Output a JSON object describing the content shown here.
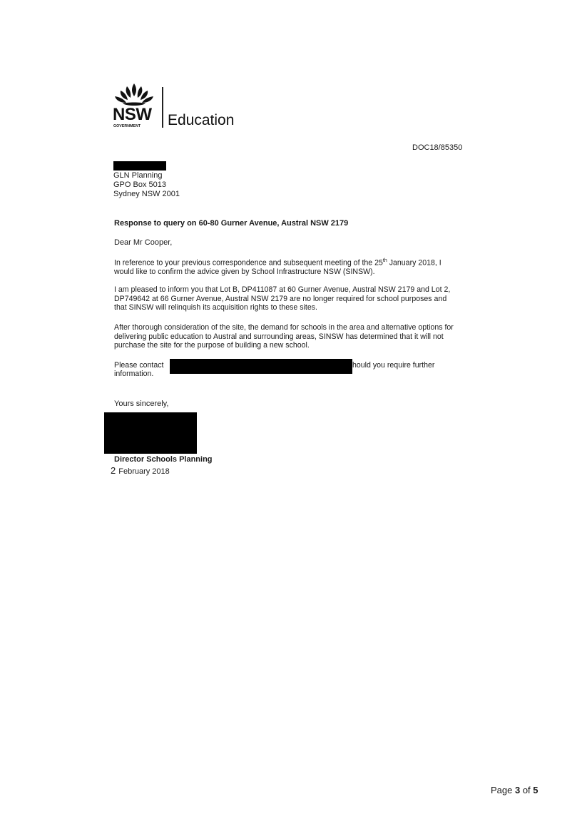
{
  "logo": {
    "icon": "waratah-icon",
    "nsw": "NSW",
    "government": "GOVERNMENT",
    "agency": "Education"
  },
  "doc_ref": "DOC18/85350",
  "address": {
    "line1": "GLN Planning",
    "line2": "GPO Box 5013",
    "line3": "Sydney NSW 2001"
  },
  "subject": "Response to query on 60-80 Gurner Avenue, Austral NSW 2179",
  "salutation": "Dear Mr Cooper,",
  "para1": {
    "line1_pre": "In reference to your previous correspondence and subsequent meeting of the 25",
    "line1_sup": "th",
    "line1_post": " January 2018, I",
    "line2": "would like to confirm the advice given by School Infrastructure NSW (SINSW)."
  },
  "para2": {
    "line1": "I am pleased to inform you that Lot B, DP411087 at 60 Gurner Avenue, Austral NSW 2179 and Lot 2,",
    "line2": "DP749642 at 66 Gurner Avenue, Austral NSW 2179 are no longer required for school purposes and",
    "line3": "that SINSW will relinquish its acquisition rights to these sites."
  },
  "para3": {
    "line1": "After thorough consideration of the site, the demand for schools in the area and alternative options for",
    "line2": "delivering public education to Austral and surrounding areas, SINSW has determined that it will not",
    "line3": "purchase the site for the purpose of building a new school."
  },
  "para4": {
    "before_redaction": "Please contact",
    "after_redaction": "hould you require further",
    "line2": "information."
  },
  "closing": "Yours sincerely,",
  "signature": {
    "title": "Director Schools Planning",
    "date_handwritten": "2",
    "date_rest": "February 2018"
  },
  "footer": {
    "page_prefix": "Page ",
    "page_num": "3",
    "page_mid": " of ",
    "page_total": "5"
  }
}
